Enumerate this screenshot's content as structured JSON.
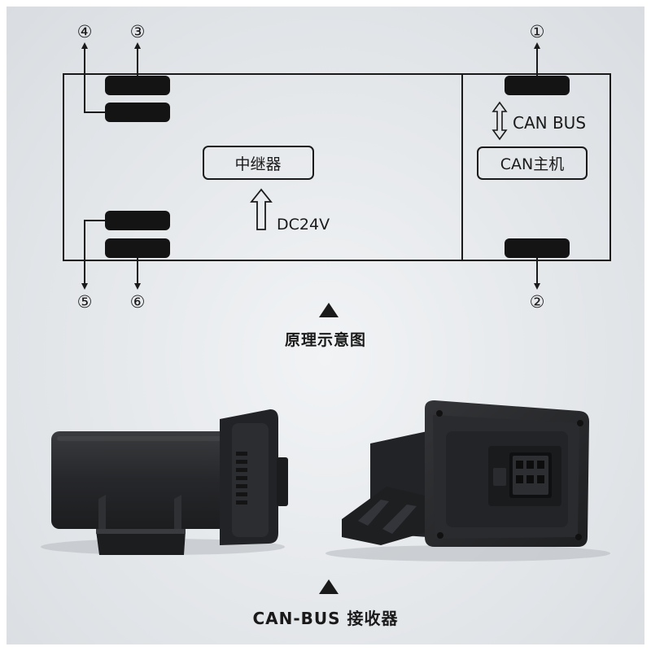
{
  "diagram": {
    "relay_label": "中继器",
    "power_label": "DC24V",
    "canbus_label": "CAN BUS",
    "host_label": "CAN主机",
    "port_numbers": [
      "①",
      "②",
      "③",
      "④",
      "⑤",
      "⑥"
    ]
  },
  "captions": {
    "schematic": "原理示意图",
    "product": "CAN-BUS 接收器"
  },
  "colors": {
    "line": "#1a1a1a",
    "connector": "#141414",
    "device_body": "#2a2b2d",
    "background": "#e4e7ea"
  }
}
